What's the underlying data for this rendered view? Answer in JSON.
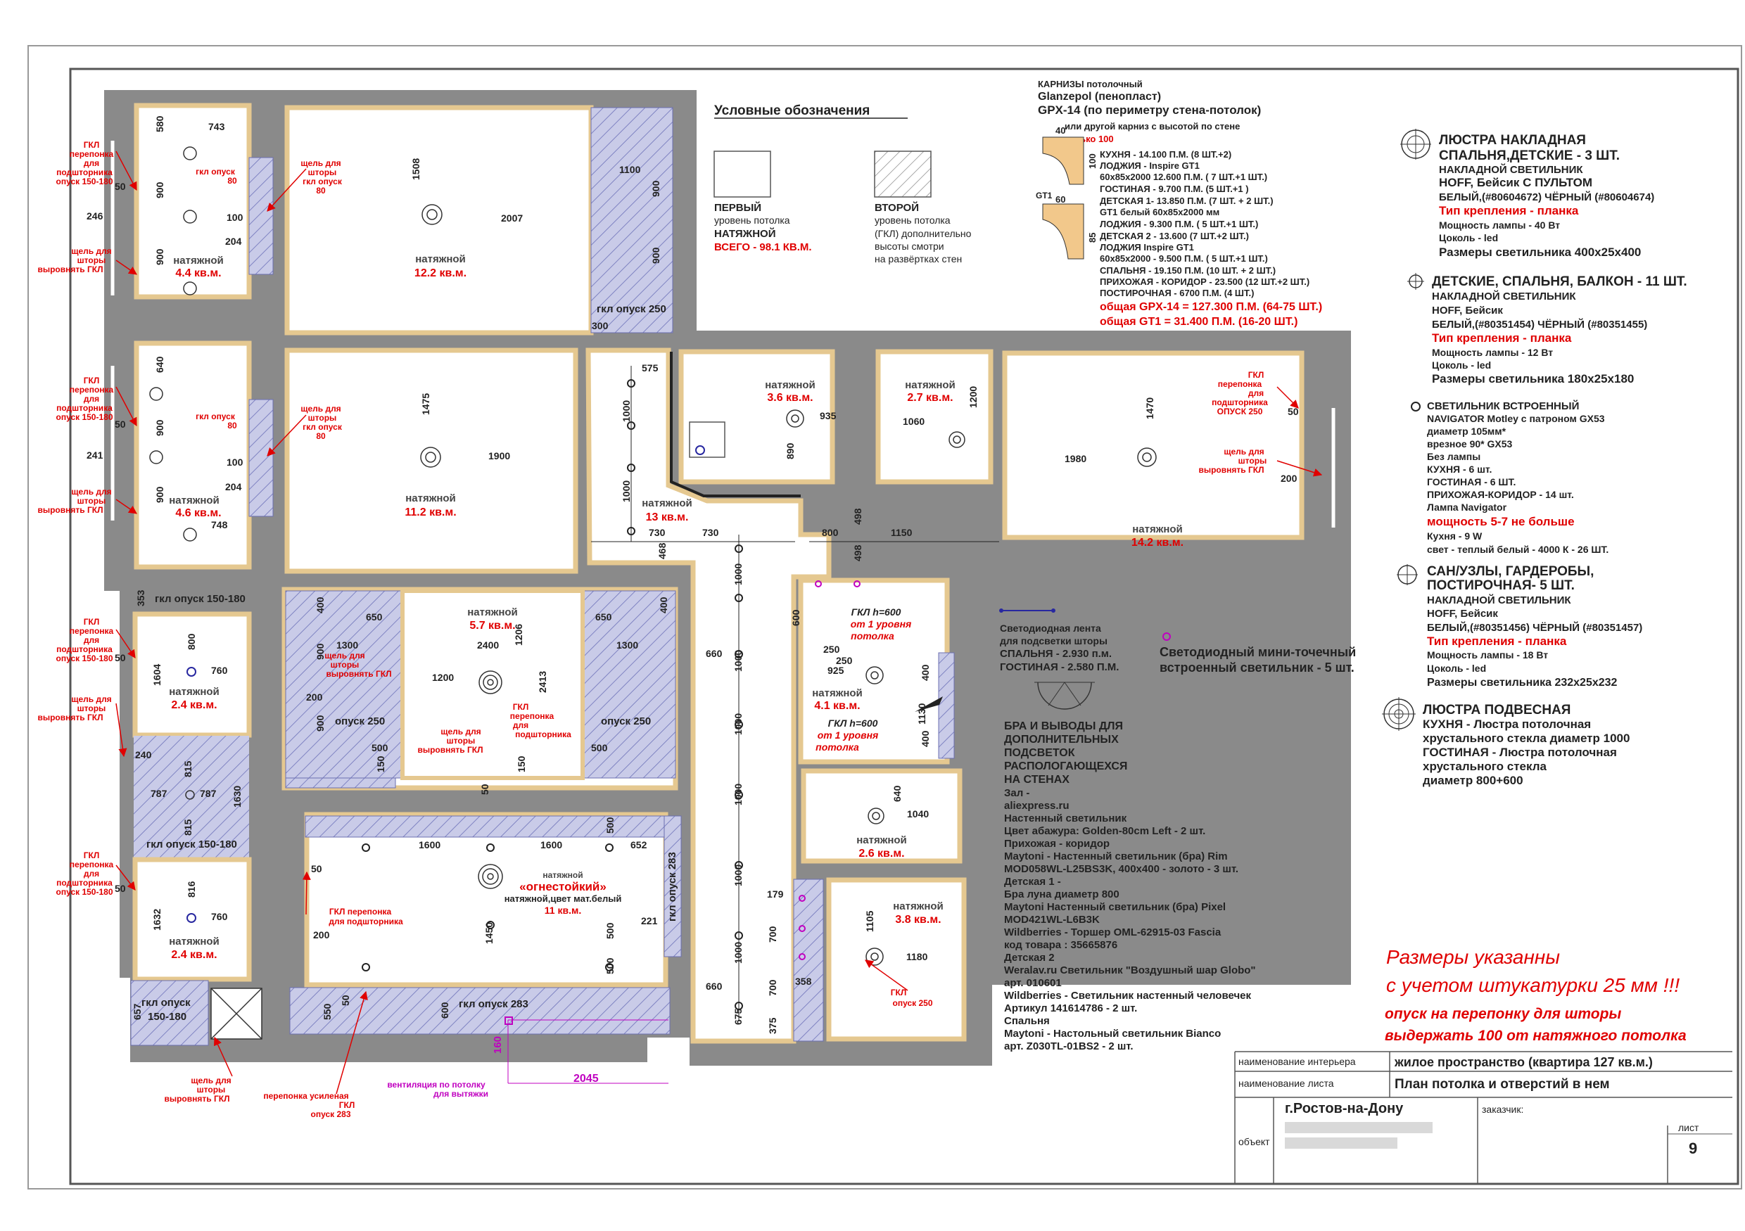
{
  "legend": {
    "title": "Условные обозначения",
    "first": [
      "ПЕРВЫЙ",
      "уровень потолка",
      "НАТЯЖНОЙ",
      "ВСЕГО - 98.1 КВ.М."
    ],
    "second": [
      "ВТОРОЙ",
      "уровень потолка",
      "(ГКЛ) дополнительно",
      "высоты смотри",
      "на развёртках стен"
    ]
  },
  "cornices": {
    "lines": [
      "КАРНИЗЫ потолочный",
      "Glanzepol (пенопласт)",
      "GPX-14  (по периметру стена-потолок)",
      "или другой карниз с высотой по стене",
      "только 100",
      "КУХНЯ - 14.100 П.М. (8 ШТ.+2)",
      "ЛОДЖИЯ - Inspire GT1",
      "60х85х2000 12.600 П.М. ( 7 ШТ.+1 ШТ.)",
      "ГОСТИНАЯ - 9.700 П.М. (5 ШТ.+1 )",
      "ДЕТСКАЯ 1- 13.850 П.М. (7 ШТ. + 2 ШТ.)",
      "GT1 белый 60х85х2000 мм",
      "ЛОДЖИЯ - 9.300 П.М. ( 5 ШТ.+1 ШТ.)",
      "ДЕТСКАЯ 2 - 13.600 (7 ШТ.+2 ШТ.)",
      "ЛОДЖИЯ Inspire GT1",
      "60х85х2000 - 9.500 П.М. ( 5 ШТ.+1 ШТ.)",
      "СПАЛЬНЯ - 19.150 П.М. (10 ШТ. + 2 ШТ.)",
      "ПРИХОЖАЯ - КОРИДОР - 23.500 (12 ШТ.+2 ШТ.)",
      "ПОСТИРОЧНАЯ - 6700 П.М. (4 ШТ.)",
      "общая GPX-14 = 127.300 П.М. (64-75 ШТ.)",
      "общая GT1 = 31.400 П.М. (16-20 ШТ.)"
    ],
    "profile_labels": [
      "40",
      "100",
      "GT1",
      "60",
      "85"
    ]
  },
  "fixtures": {
    "block1": [
      "ЛЮСТРА НАКЛАДНАЯ",
      "СПАЛЬНЯ,ДЕТСКИЕ - 3 ШТ.",
      "НАКЛАДНОЙ СВЕТИЛЬНИК",
      "HOFF, Бейсик С ПУЛЬТОМ",
      "БЕЛЫЙ,(#80604672) ЧЁРНЫЙ (#80604674)",
      "Тип крепления - планка",
      "Мощность лампы - 40 Вт",
      "Цоколь - led",
      "Размеры светильника 400х25х400"
    ],
    "block2": [
      "ДЕТСКИЕ, СПАЛЬНЯ, БАЛКОН - 11 ШТ.",
      "НАКЛАДНОЙ СВЕТИЛЬНИК",
      "HOFF, Бейсик",
      "БЕЛЫЙ,(#80351454) ЧЁРНЫЙ (#80351455)",
      "Тип крепления - планка",
      "Мощность лампы - 12 Вт",
      "Цоколь - led",
      "Размеры светильника 180х25х180"
    ],
    "block3": [
      "СВЕТИЛЬНИК ВСТРОЕННЫЙ",
      "NAVIGATOR Motley с патроном GX53",
      "диаметр 105мм*",
      "врезное 90* GX53",
      "Без лампы",
      "КУХНЯ - 6 шт.",
      "ГОСТИНАЯ - 6 ШТ.",
      "ПРИХОЖАЯ-КОРИДОР - 14 шт.",
      "Лампа Navigator",
      "мощность 5-7 не больше",
      "Кухня - 9 W",
      "свет - теплый белый - 4000 К - 26 ШТ."
    ],
    "block4": [
      "САН/УЗЛЫ, ГАРДЕРОБЫ,",
      "ПОСТИРОЧНАЯ- 5 ШТ.",
      "НАКЛАДНОЙ СВЕТИЛЬНИК",
      "HOFF, Бейсик",
      "БЕЛЫЙ,(#80351456) ЧЁРНЫЙ (#80351457)",
      "Тип крепления - планка",
      "Мощность лампы - 18 Вт",
      "Цоколь - led",
      "Размеры светильника 232х25х232"
    ],
    "block5": [
      "ЛЮСТРА ПОДВЕСНАЯ",
      "КУХНЯ - Люстра потолочная",
      "хрустального стекла диаметр 1000",
      "ГОСТИНАЯ - Люстра потолочная",
      "хрустального стекла",
      "диаметр 800+600"
    ]
  },
  "led": {
    "strip": [
      "Светодиодная лента",
      "для подсветки шторы",
      "СПАЛЬНЯ - 2.930 п.м.",
      "ГОСТИНАЯ - 2.580 П.М."
    ],
    "mini": [
      "Светодиодный мини-точечный",
      "встроенный светильник - 5 шт."
    ]
  },
  "sconces": [
    "БРА И ВЫВОДЫ ДЛЯ",
    "ДОПОЛНИТЕЛЬНЫХ",
    "ПОДСВЕТОК",
    "РАСПОЛОГАЮЩЕХСЯ",
    "НА СТЕНАХ",
    "Зал -",
    "aliexpress.ru",
    "Настенный светильник",
    "Цвет абажура: Golden-80cm Left - 2 шт.",
    "Прихожая - коридор",
    "Maytoni - Настенный светильник (бра) Rim",
    "MOD058WL-L25BS3K, 400х400 - золото - 3 шт.",
    "Детская 1 -",
    "Бра луна диаметр 800",
    "Maytoni Настенный светильник (бра) Pixel",
    "MOD421WL-L6B3K",
    "Wildberries - Торшер OML-62915-03 Fascia",
    "код товара : 35665876",
    "Детская 2",
    "Weralav.ru Светильник \"Воздушный шар Globo\"",
    "арт. 010601",
    "Wildberries - Светильник настенный человечек",
    "Артикул   141614786 - 2 шт.",
    "Спальня",
    "Maytoni - Настольный светильник Bianco",
    "арт. Z030TL-01BS2 - 2 шт."
  ],
  "notes": {
    "plaster": [
      "Размеры указанны",
      "с учетом штукатурки 25 мм !!!"
    ],
    "curtain": [
      "опуск на перепонку для шторы",
      "выдержать 100 от натяжного потолка"
    ]
  },
  "title_block": {
    "interior_label": "наименование интерьера",
    "interior_value": "жилое пространство (квартира 127 кв.м.)",
    "sheet_label": "наименование листа",
    "sheet_value": "План потолка и отверстий в нем",
    "object_label": "объект",
    "city": "г.Ростов-на-Дону",
    "client_label": "заказчик:",
    "page_label": "лист",
    "page_number": "9"
  },
  "rooms": [
    {
      "n": "натяжной",
      "a": "4.4 кв.м."
    },
    {
      "n": "натяжной",
      "a": "12.2 кв.м."
    },
    {
      "n": "натяжной",
      "a": "4.6 кв.м."
    },
    {
      "n": "натяжной",
      "a": "11.2 кв.м."
    },
    {
      "n": "натяжной",
      "a": "13 кв.м."
    },
    {
      "n": "натяжной",
      "a": "3.6 кв.м."
    },
    {
      "n": "натяжной",
      "a": "2.7 кв.м."
    },
    {
      "n": "натяжной",
      "a": "14.2 кв.м."
    },
    {
      "n": "натяжной",
      "a": "2.4 кв.м."
    },
    {
      "n": "натяжной",
      "a": "5.7 кв.м."
    },
    {
      "n": "натяжной",
      "a": "4.1 кв.м."
    },
    {
      "n": "натяжной",
      "a": "2.6 кв.м."
    },
    {
      "n": "натяжной",
      "a": "2.4 кв.м."
    },
    {
      "n": "натяжной",
      "a": "3.8 кв.м."
    }
  ],
  "kitchen": {
    "n": "натяжной",
    "special": "«огнестойкий»",
    "sub": "натяжной,цвет мат.белый",
    "a": "11 кв.м."
  },
  "dims": [
    "743",
    "580",
    "900",
    "100",
    "204",
    "900",
    "1508",
    "2007",
    "1100",
    "900",
    "900",
    "300",
    "640",
    "900",
    "100",
    "204",
    "900",
    "748",
    "1475",
    "1900",
    "575",
    "1000",
    "1000",
    "730",
    "730",
    "468",
    "935",
    "890",
    "1060",
    "1200",
    "1470",
    "1980",
    "800",
    "498",
    "498",
    "1150",
    "200",
    "50",
    "353",
    "800",
    "760",
    "1604",
    "240",
    "787",
    "787",
    "815",
    "815",
    "1630",
    "816",
    "760",
    "1632",
    "657",
    "400",
    "650",
    "1300",
    "2400",
    "1206",
    "650",
    "1300",
    "400",
    "200",
    "1200",
    "2413",
    "900",
    "900",
    "500",
    "150",
    "50",
    "150",
    "500",
    "1000",
    "1000",
    "1000",
    "1000",
    "1000",
    "1000",
    "660",
    "660",
    "675",
    "700",
    "700",
    "375",
    "358",
    "179",
    "600",
    "250",
    "925",
    "250",
    "400",
    "1130",
    "400",
    "640",
    "1040",
    "1105",
    "1180",
    "1600",
    "1600",
    "652",
    "500",
    "500",
    "500",
    "1450",
    "200",
    "221",
    "50",
    "550",
    "50",
    "600",
    "160",
    "2045",
    "246",
    "241"
  ],
  "annotations": {
    "gkl_peregonka": [
      "ГКЛ",
      "перепонка",
      "для",
      "подшторника",
      "опуск 150-180"
    ],
    "shel": [
      "щель для",
      "шторы",
      "выровнять ГКЛ"
    ],
    "gkl80": [
      "гкл опуск",
      "80"
    ],
    "shel80": [
      "щель для",
      "шторы",
      "гкл опуск",
      "80"
    ],
    "gkl250": "гкл опуск  250",
    "gkl150": "гкл опуск  150-180",
    "opusk250": "опуск  250",
    "gkl283": "гкл опуск  283",
    "gkl283v": "гкл опуск 283",
    "gkl_h600": "ГКЛ h=600",
    "ot1": [
      "от 1 уровня",
      "потолка"
    ],
    "gkl_peregonka_podsh": [
      "ГКЛ",
      "перепонка",
      "для",
      "подшторника"
    ],
    "gkl_peregonka_podsh2": [
      "ГКЛ перепонка",
      "для подшторника"
    ],
    "gkl_opusk250_v": [
      "ГКЛ",
      "опуск 250"
    ],
    "gkl_perep_250": [
      "ГКЛ",
      "перепонка",
      "для",
      "подшторника",
      "ОПУСК 250"
    ],
    "shel_bottom": [
      "щель для",
      "шторы",
      "выровнять ГКЛ"
    ],
    "peregonka_usil": [
      "перепонка усиленая",
      "ГКЛ",
      "опуск 283"
    ],
    "vent": [
      "вентиляция по потолку",
      "для вытяжки"
    ],
    "gkl150v": "гкл опуск",
    "gkl150v2": "150-180"
  }
}
